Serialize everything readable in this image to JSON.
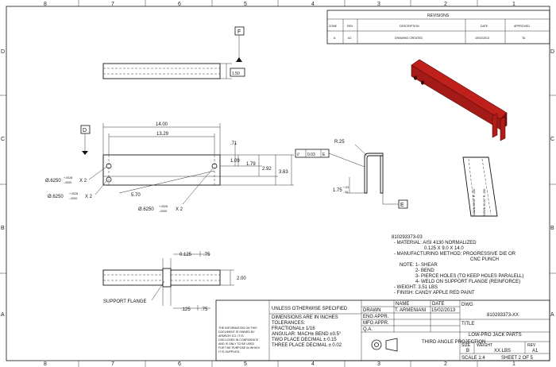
{
  "zones": {
    "columns": [
      "8",
      "7",
      "6",
      "5",
      "4",
      "3",
      "2",
      "1"
    ],
    "rows": [
      "D",
      "C",
      "B",
      "A"
    ]
  },
  "revisions": {
    "title": "REVISIONS",
    "headers": [
      "ZONE",
      "REV.",
      "DESCRIPTION",
      "DATE",
      "APPROVED"
    ],
    "rows": [
      [
        "A",
        "A1",
        "DRAWING CREATED",
        "15/02/2013",
        "TA"
      ]
    ]
  },
  "dimensions": {
    "datum_f": "F",
    "datum_d": "D",
    "datum_e": "E",
    "thickness": "1.50",
    "overall_length": "14.00",
    "hole_spacing": "13.29",
    "d071": ".71",
    "d109": "1.09",
    "d179": "1.79",
    "d292": "2.92",
    "d363": "3.63",
    "d570": "5.70",
    "hole_top_left": "Ø.6250",
    "hole_bot_left": "Ø.6250",
    "hole_center": "Ø.6250",
    "tol_plus": "+.0028",
    "tol_minus": "-.0000",
    "times_two": "X 2",
    "radius": "R.25",
    "flatness_symbol": "//",
    "flatness_value": "0.03",
    "flange_height": "1.75",
    "flange_tol_plus": "+.03",
    "flange_tol_minus": "-.00",
    "d0125": "0.125",
    "d075a": ".75",
    "d0125b": ".125",
    "d075b": ".75",
    "d200": "2.00",
    "support_flange": "SUPPORT FLANGE",
    "bend1": "DOWN 90.00° R .250",
    "bend2": "DOWN 90.00° R .250"
  },
  "notes": [
    "810293373-03",
    "- MATERIAL: AISI 4130 NORMALIZED",
    "0.125 X 9.0 X 14.0",
    "- MANUFACTURING METHOD: PROGRESSIVE DIE OR",
    "CNC PUNCH",
    "NOTE: 1- SHEAR",
    "2- BEND",
    "3- PIERCE HOLES (TO KEEP HOLES PARALELL)",
    "4- WELD ON SUPPORT FLANGE (REINFORCE)",
    "- WEIGHT: 3.51 LBS",
    "- FINISH: CANDY APPLE RED PAINT"
  ],
  "title_block": {
    "unless": "UNLESS OTHERWISE SPECIFIED",
    "dims_inches": "DIMENSIONS ARE IN INCHES",
    "tolerances": "TOLERANCES:",
    "fractional": "FRACTIONAL± 1/16",
    "angular": "ANGULAR: MACH±    BEND ±0.5°",
    "two_place": "TWO PLACE DECIMAL   ± 0.15",
    "three_place": "THREE PLACE DECIMAL  ± 0.02",
    "proprietary": [
      "THE INFORMATION ON THIS",
      "DOCUMENT IS OWNED BY",
      "ARMSOH CO. IT IS",
      "DISCLOSED IN CONFIDENCE",
      "AND IS ONLY TO BE USED",
      "FOR THE PURPOSE IN WHICH",
      "IT IS SUPPLIED."
    ],
    "name_hdr": "NAME",
    "date_hdr": "DATE",
    "drawn_lbl": "DRAWN",
    "drawn_name": "T. ARMENIANI",
    "drawn_date": "15/02/2013",
    "eng_appr": "ENG APPR.",
    "mfg_appr": "MFG APPR.",
    "qa": "Q.A.",
    "dwg_lbl": "DWG",
    "dwg_no": "810293373-XX",
    "title_lbl": "TITLE",
    "title": "LOW-PRO JACK PARTS",
    "projection": "THIRD ANGLE PROJECTION",
    "size_lbl": "SIZE",
    "size": "B",
    "weight_lbl": "WEIGHT",
    "weight": "XX LBS",
    "rev_lbl": "REV",
    "rev": "A1",
    "scale": "SCALE 1:4",
    "sheet": "SHEET 2 OF 5"
  },
  "colors": {
    "part_red": "#c0201c",
    "part_dark": "#7a0f0c",
    "line": "#111111"
  }
}
